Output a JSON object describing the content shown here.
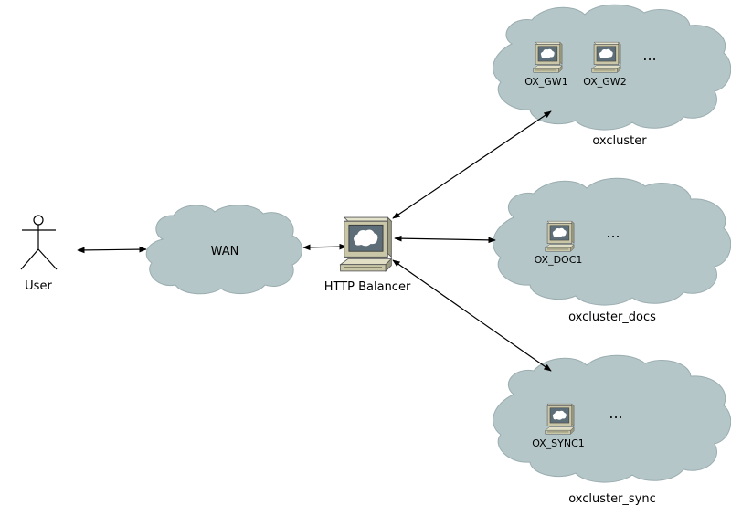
{
  "user": {
    "label": "User"
  },
  "wan": {
    "label": "WAN"
  },
  "balancer": {
    "label": "HTTP Balancer"
  },
  "clusters": [
    {
      "name": "oxcluster",
      "nodes": [
        "OX_GW1",
        "OX_GW2"
      ],
      "more": "..."
    },
    {
      "name": "oxcluster_docs",
      "nodes": [
        "OX_DOC1"
      ],
      "more": "..."
    },
    {
      "name": "oxcluster_sync",
      "nodes": [
        "OX_SYNC1"
      ],
      "more": "..."
    }
  ],
  "colors": {
    "cloud_fill": "#b5c6c8",
    "computer_body": "#c9c7a7",
    "screen": "#5d6e78"
  }
}
